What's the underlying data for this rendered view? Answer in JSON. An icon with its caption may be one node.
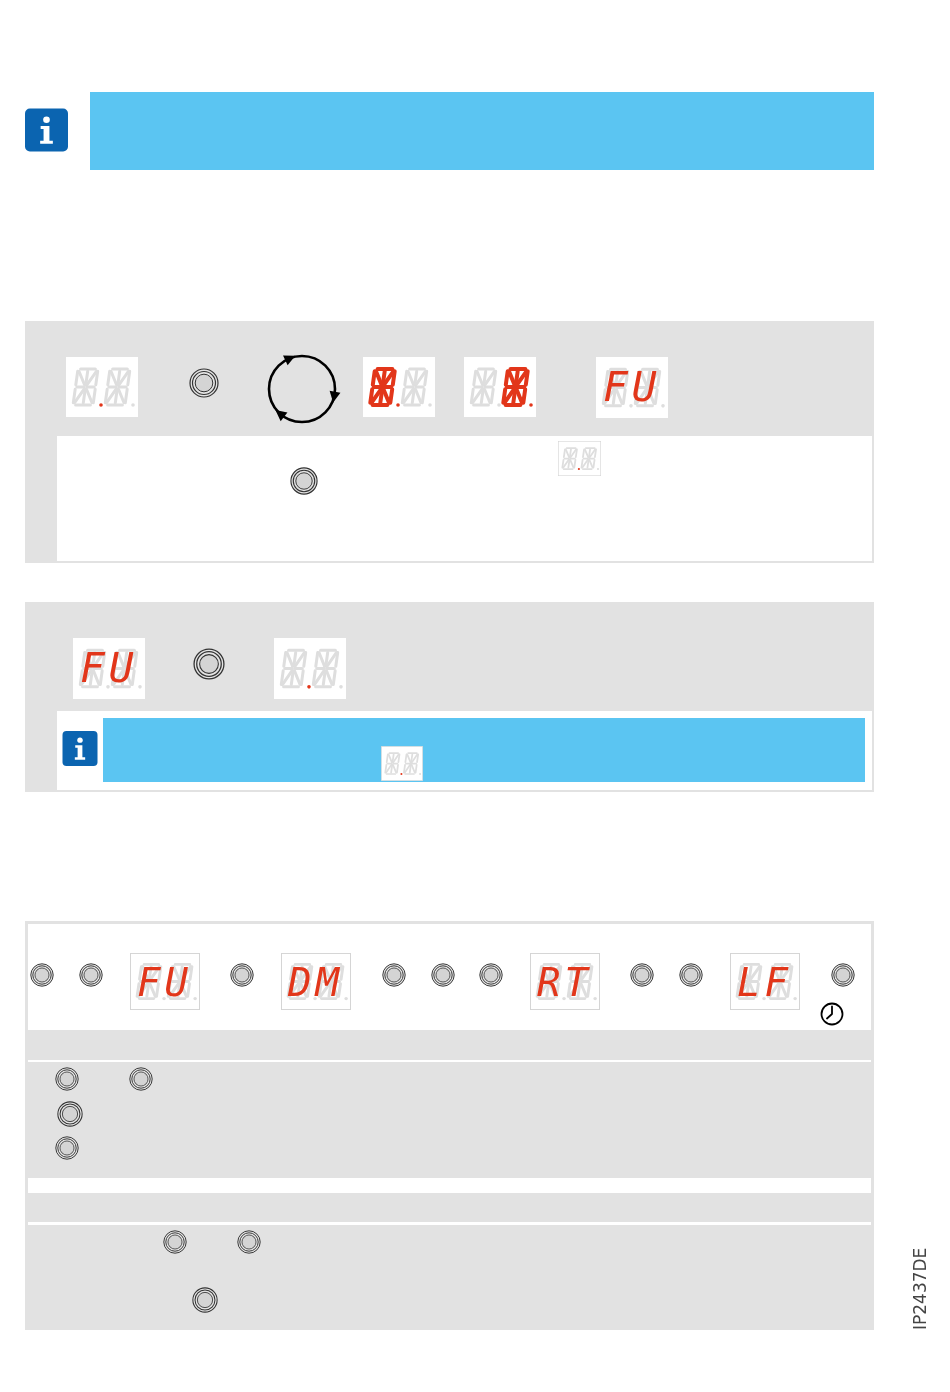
{
  "diagram": {
    "labels": [
      "FU",
      "FU",
      "FU",
      "DM",
      "RT",
      "LF",
      "IP2437DE"
    ]
  }
}
